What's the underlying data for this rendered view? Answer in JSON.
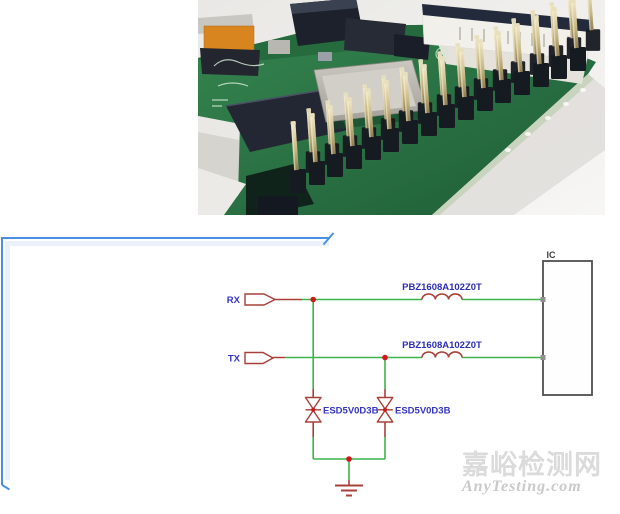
{
  "schematic": {
    "ic": {
      "label": "IC"
    },
    "ports": [
      {
        "label": "RX"
      },
      {
        "label": "TX"
      }
    ],
    "inductors": [
      {
        "label": "PBZ1608A102Z0T"
      },
      {
        "label": "PBZ1608A102Z0T"
      }
    ],
    "tvs_diodes": [
      {
        "label": "ESD5V0D3B"
      },
      {
        "label": "ESD5V0D3B"
      }
    ],
    "colors": {
      "wire": "#3cb44a",
      "symbol": "#a8403a",
      "label": "#3434c4",
      "junction": "#d01818",
      "ic_border": "#4f4f4f"
    }
  },
  "annotation": {
    "color": "#4a90e2"
  },
  "watermark": {
    "line1": "嘉峪检测网",
    "line2": "AnyTesting.com"
  }
}
